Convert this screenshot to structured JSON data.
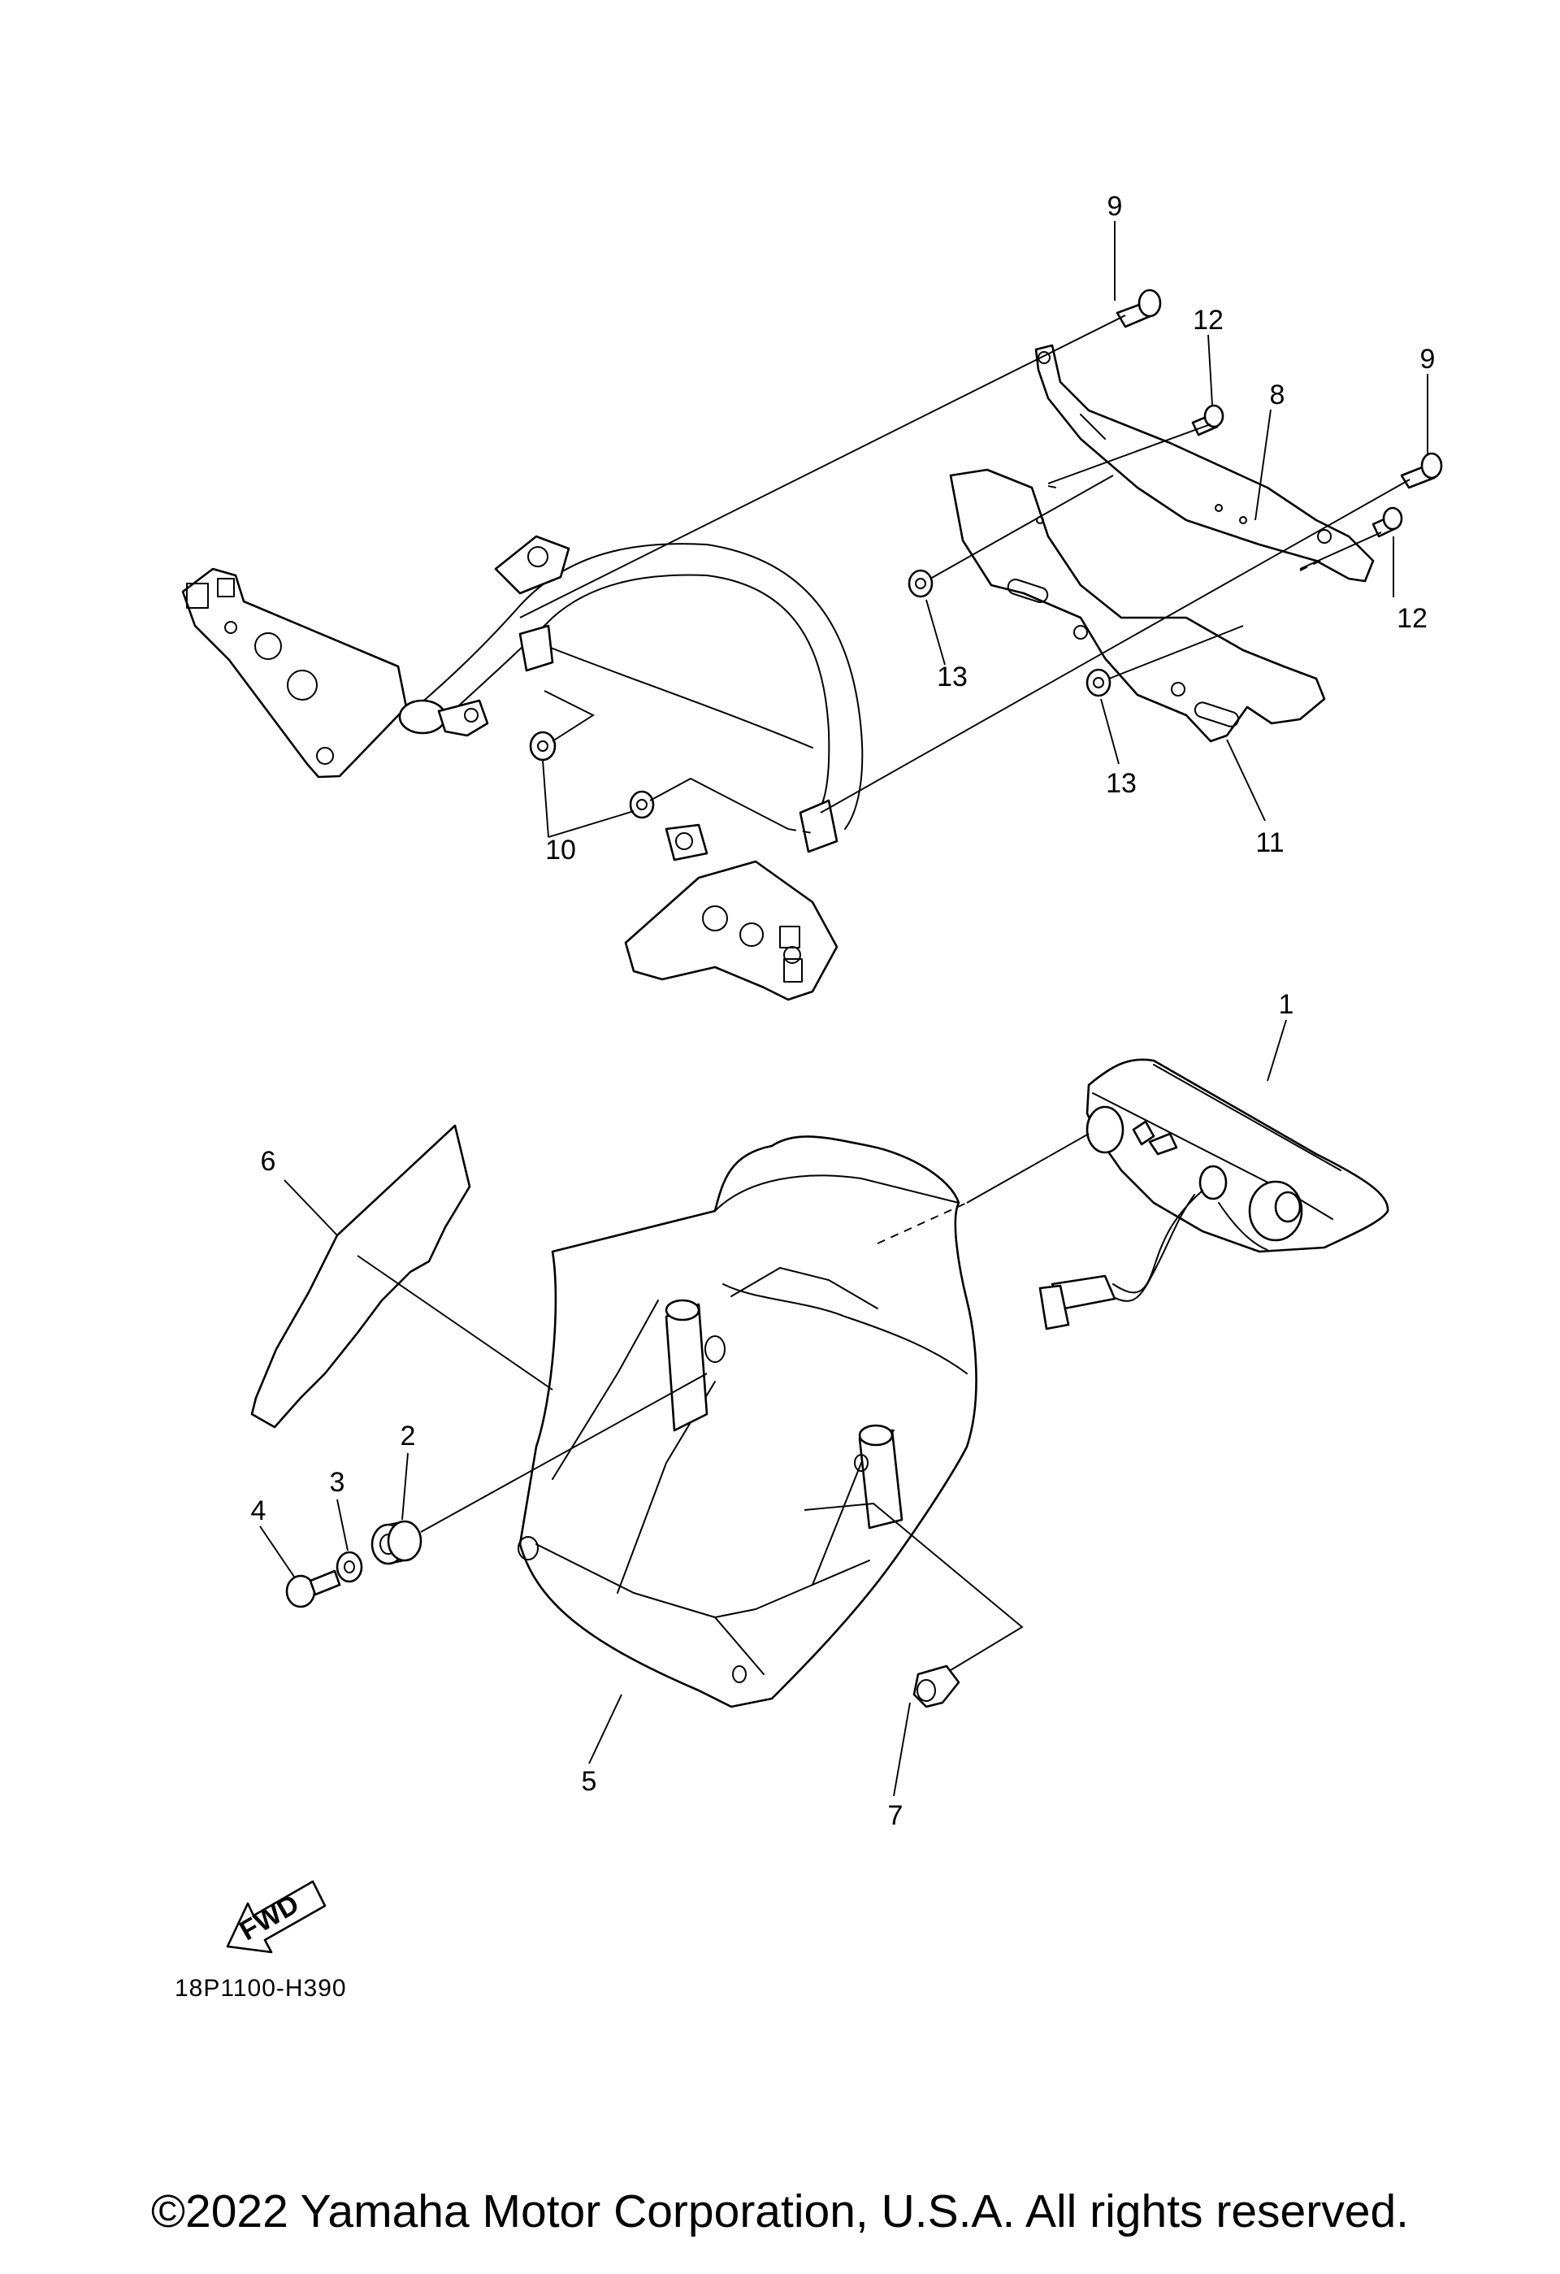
{
  "diagram": {
    "callouts": [
      "1",
      "2",
      "3",
      "4",
      "5",
      "6",
      "7",
      "8",
      "9",
      "9",
      "10",
      "11",
      "12",
      "12",
      "13",
      "13"
    ],
    "fwd_label": "FWD",
    "diagram_code": "18P1100-H390"
  },
  "footer": {
    "copyright": "©2022 Yamaha Motor Corporation, U.S.A. All rights reserved."
  }
}
